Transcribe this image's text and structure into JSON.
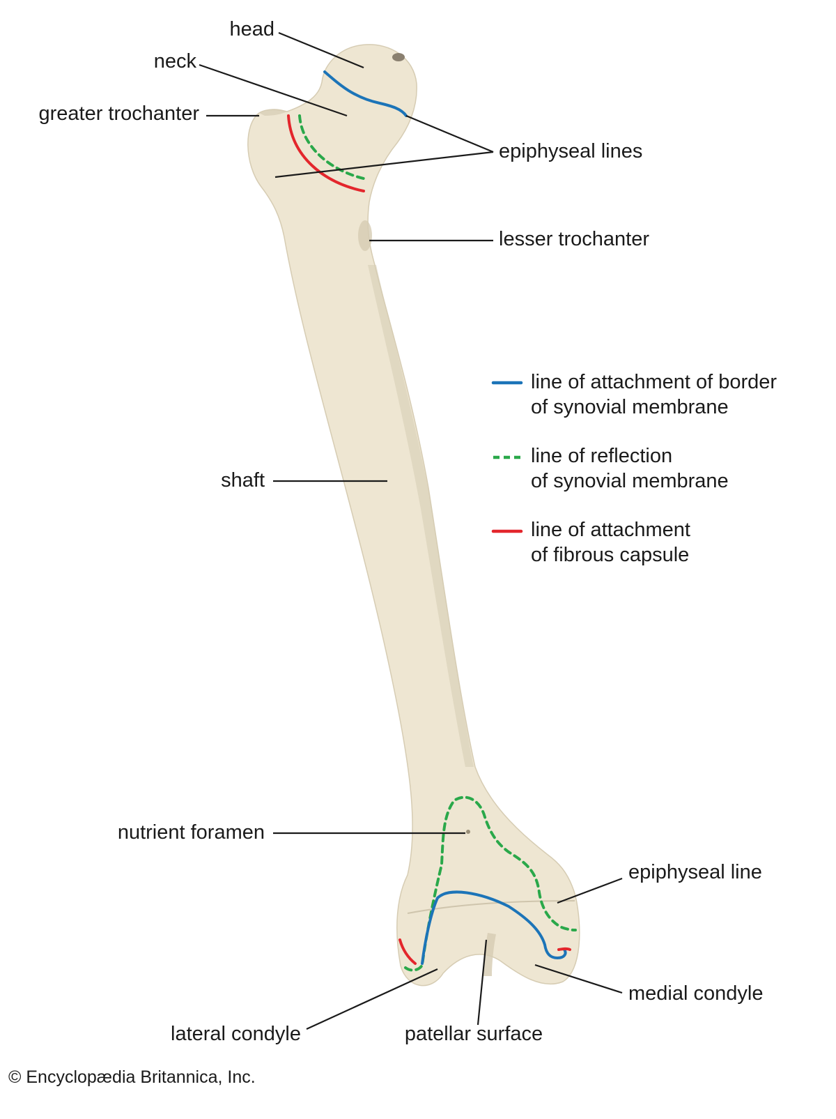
{
  "colors": {
    "bone": "#eee6d2",
    "bone_shade": "#d6ccb3",
    "synovial_attachment": "#1c74b8",
    "synovial_reflection": "#2aa84a",
    "fibrous_capsule": "#e3262c"
  },
  "labels": {
    "head": "head",
    "neck": "neck",
    "greater_trochanter": "greater trochanter",
    "epiphyseal_lines": "epiphyseal lines",
    "lesser_trochanter": "lesser trochanter",
    "shaft": "shaft",
    "nutrient_foramen": "nutrient foramen",
    "epiphyseal_line": "epiphyseal line",
    "medial_condyle": "medial condyle",
    "lateral_condyle": "lateral condyle",
    "patellar_surface": "patellar surface"
  },
  "legend": {
    "items": [
      {
        "line1": "line of attachment of border",
        "line2": "of synovial membrane",
        "style": "solid",
        "color": "#1c74b8"
      },
      {
        "line1": "line of reflection",
        "line2": "of synovial membrane",
        "style": "dashed",
        "color": "#2aa84a"
      },
      {
        "line1": "line of attachment",
        "line2": "of fibrous capsule",
        "style": "solid",
        "color": "#e3262c"
      }
    ]
  },
  "credit": "© Encyclopædia Britannica, Inc."
}
